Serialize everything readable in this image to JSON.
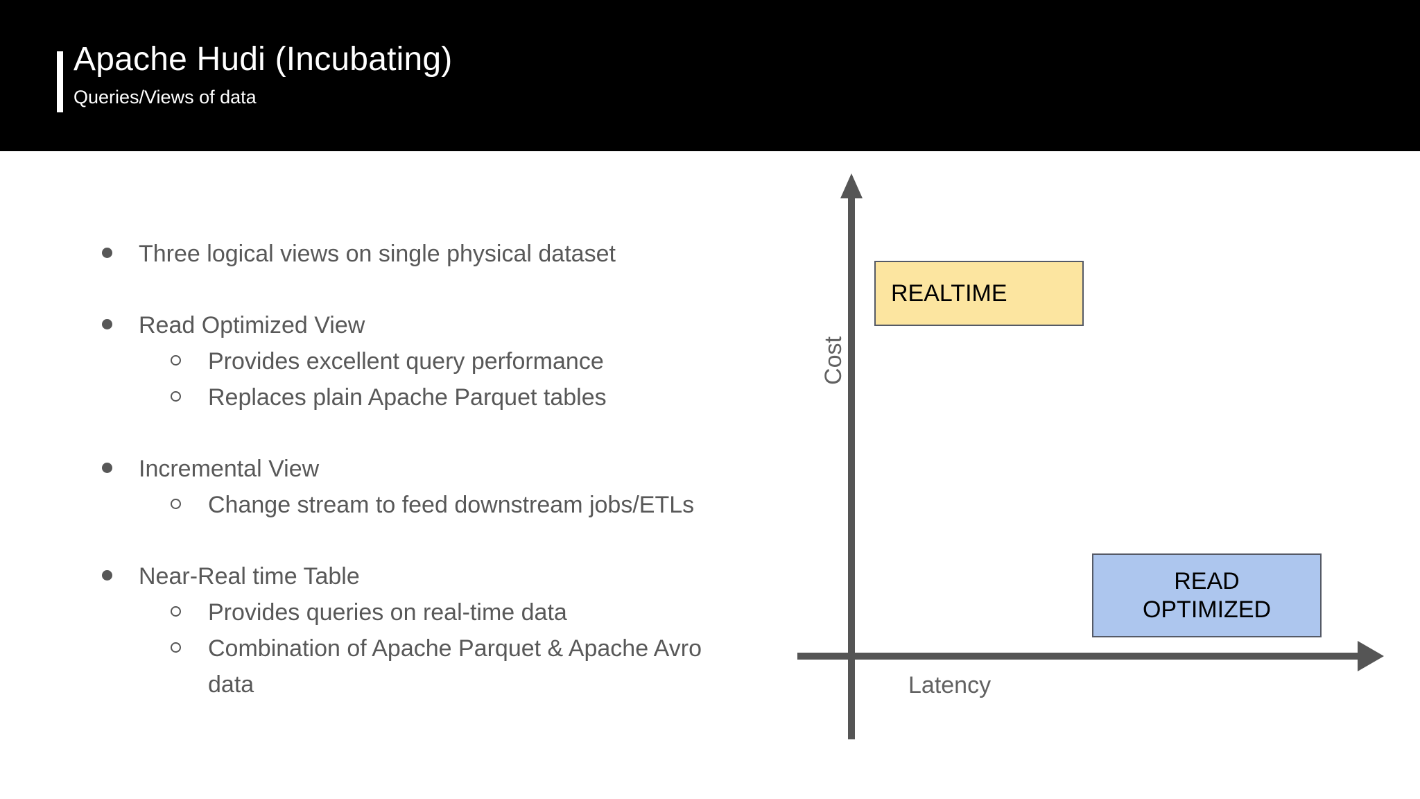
{
  "header": {
    "title": "Apache Hudi (Incubating)",
    "subtitle": "Queries/Views of data",
    "background_color": "#000000",
    "text_color": "#ffffff",
    "accent_bar_color": "#ffffff"
  },
  "bullets": [
    {
      "level": 1,
      "text": "Three logical views on single physical dataset"
    },
    {
      "level": 1,
      "text": "Read Optimized View"
    },
    {
      "level": 2,
      "text": "Provides excellent query performance"
    },
    {
      "level": 2,
      "text": "Replaces plain Apache Parquet tables"
    },
    {
      "level": 1,
      "text": "Incremental View"
    },
    {
      "level": 2,
      "text": "Change stream to feed downstream jobs/ETLs"
    },
    {
      "level": 1,
      "text": "Near-Real time Table"
    },
    {
      "level": 2,
      "text": "Provides queries on real-time data"
    },
    {
      "level": 2,
      "text": "Combination of Apache Parquet & Apache Avro data"
    }
  ],
  "chart_data": {
    "type": "scatter",
    "title": "",
    "xlabel": "Latency",
    "ylabel": "Cost",
    "grid": false,
    "legend": "none",
    "axis_color": "#555555",
    "annotations": [
      {
        "label": "REALTIME",
        "x_position": "low-latency",
        "y_position": "high-cost",
        "fill": "#fce5a0",
        "border": "#555a66"
      },
      {
        "label": "READ\nOPTIMIZED",
        "x_position": "high-latency",
        "y_position": "low-cost",
        "fill": "#adc6ee",
        "border": "#555a66"
      }
    ]
  }
}
